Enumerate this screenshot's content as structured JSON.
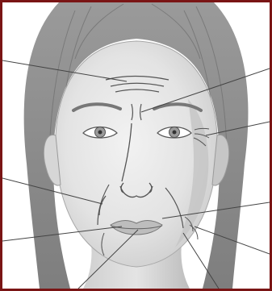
{
  "diagram": {
    "subject": "female-face-wrinkles-illustration",
    "callout_lines": [
      "forehead-lines",
      "glabellar-frown-lines",
      "crow-feet-lines",
      "nasolabial-fold",
      "upper-lip-lines",
      "marionette-lines",
      "perioral-lines",
      "lip-lines",
      "chin-lines"
    ]
  },
  "colors": {
    "frame": "#7a1515",
    "background": "#ffffff",
    "skin_light": "#e9e9e9",
    "skin_mid": "#cfcfcf",
    "hair": "#8f8f8f",
    "hair_dark": "#6e6e6e",
    "line": "#555555"
  }
}
